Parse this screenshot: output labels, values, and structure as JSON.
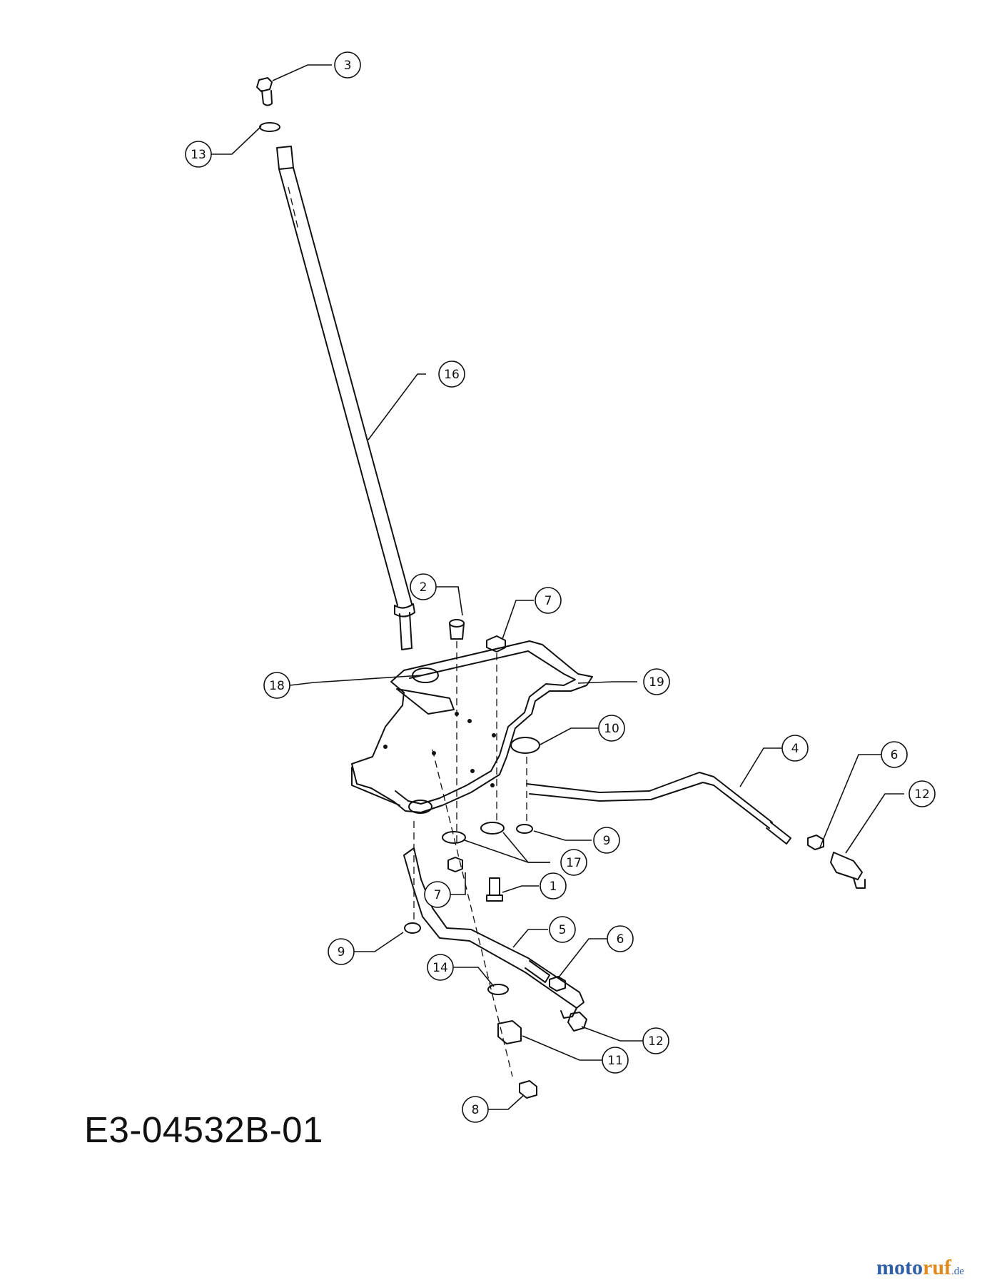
{
  "drawing_code": "E3-04532B-01",
  "watermark": {
    "letters": [
      {
        "ch": "m",
        "color": "#2f5fa8"
      },
      {
        "ch": "o",
        "color": "#2f5fa8"
      },
      {
        "ch": "t",
        "color": "#2f5fa8"
      },
      {
        "ch": "o",
        "color": "#2f5fa8"
      },
      {
        "ch": "r",
        "color": "#e08a1e"
      },
      {
        "ch": "u",
        "color": "#e08a1e"
      },
      {
        "ch": "f",
        "color": "#e08a1e"
      }
    ],
    "tld": ".de",
    "tld_color": "#2f5fa8"
  },
  "callouts": [
    {
      "label": "3"
    },
    {
      "label": "13"
    },
    {
      "label": "16"
    },
    {
      "label": "2"
    },
    {
      "label": "7"
    },
    {
      "label": "18"
    },
    {
      "label": "19"
    },
    {
      "label": "10"
    },
    {
      "label": "4"
    },
    {
      "label": "6"
    },
    {
      "label": "12"
    },
    {
      "label": "9"
    },
    {
      "label": "17"
    },
    {
      "label": "7"
    },
    {
      "label": "1"
    },
    {
      "label": "5"
    },
    {
      "label": "6"
    },
    {
      "label": "9"
    },
    {
      "label": "14"
    },
    {
      "label": "12"
    },
    {
      "label": "11"
    },
    {
      "label": "8"
    }
  ]
}
